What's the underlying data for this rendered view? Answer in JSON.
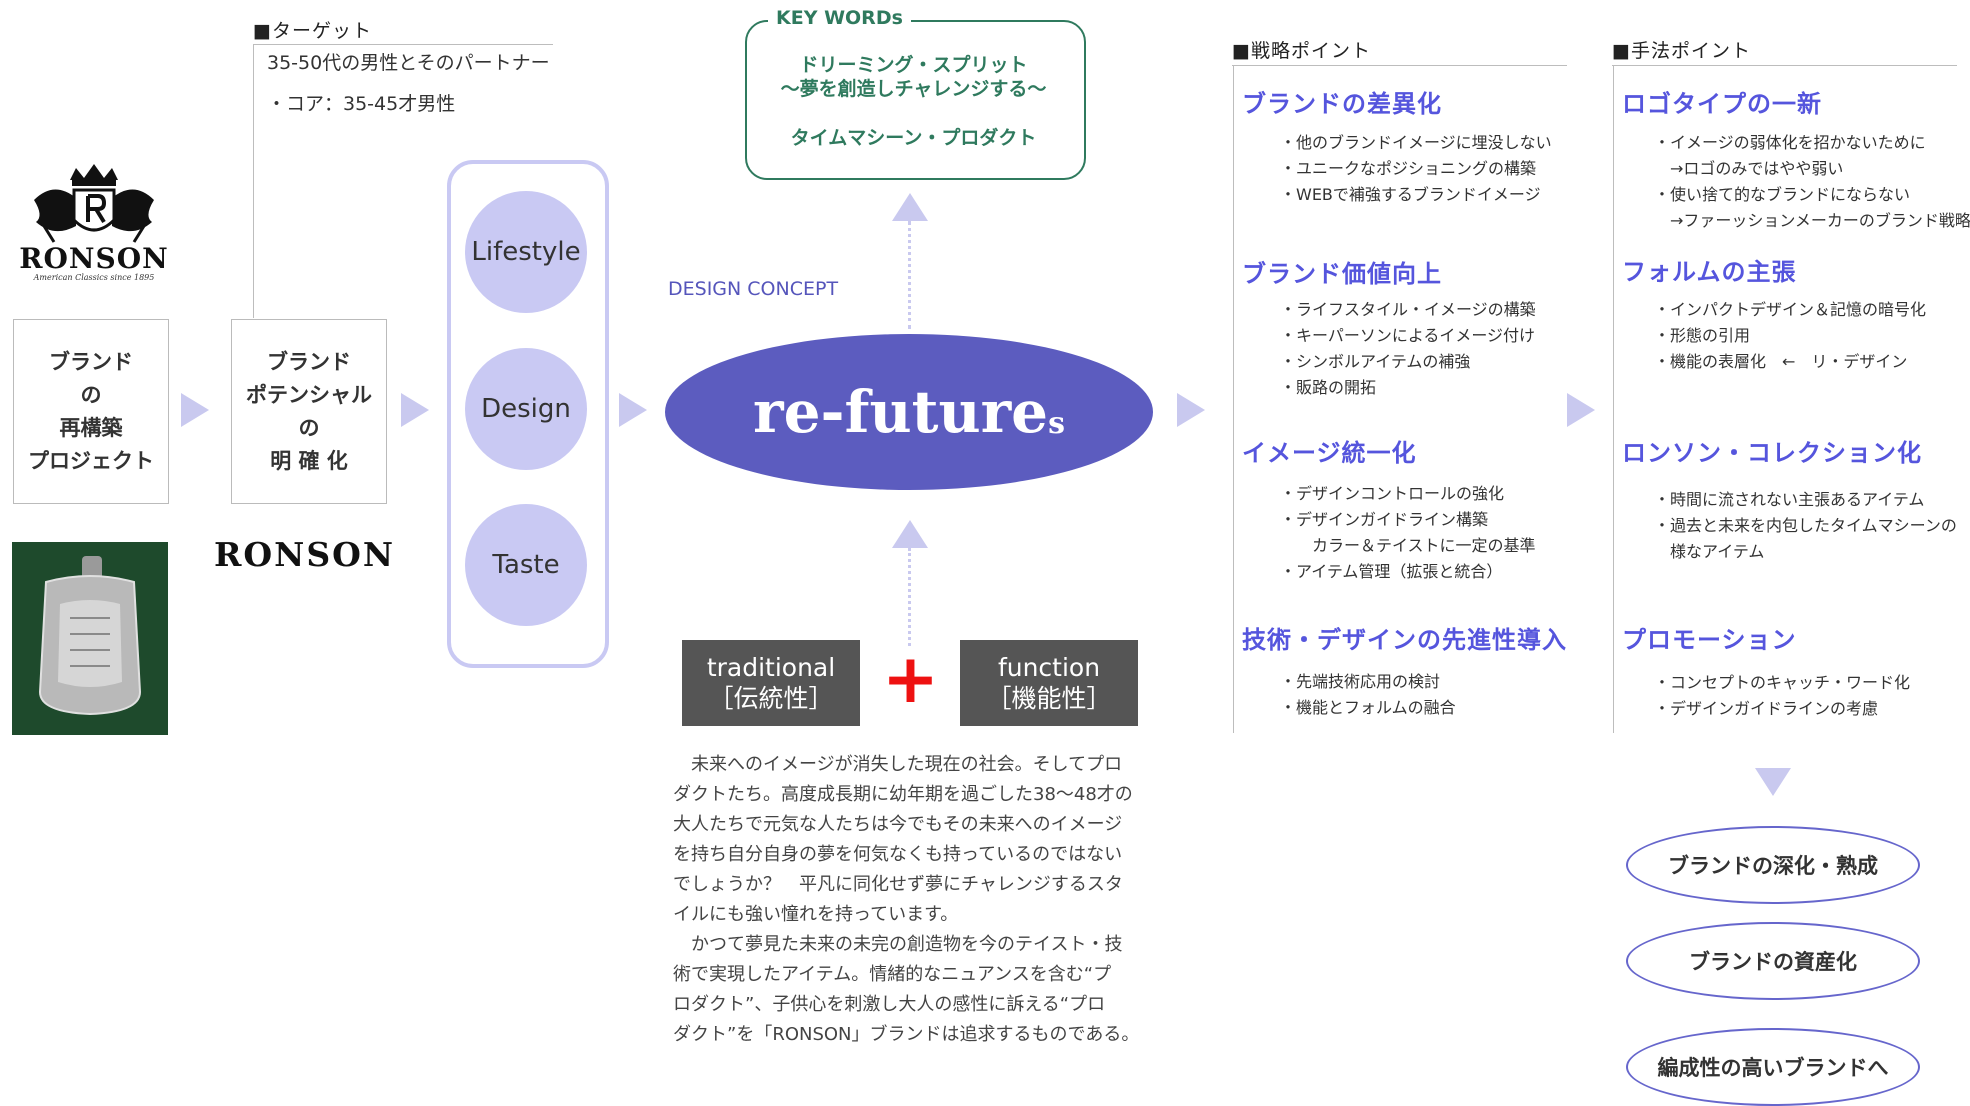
{
  "target": {
    "heading": "■ターゲット",
    "line1": "35-50代の男性とそのパートナー",
    "line2": "・コア：35-45才男性"
  },
  "logo": {
    "top_text": "RONSON",
    "top_tagline": "American Classics since 1895",
    "mid_text": "RONSON"
  },
  "steps": {
    "step1": [
      "ブランド",
      "の",
      "再構築",
      "プロジェクト"
    ],
    "step2": [
      "ブランド",
      "ポテンシャル",
      "の",
      "明 確 化"
    ]
  },
  "pillars": [
    "Lifestyle",
    "Design",
    "Taste"
  ],
  "keywords": {
    "label": "KEY WORDs",
    "line1": "ドリーミング・スプリット",
    "line2": "〜夢を創造しチャレンジする〜",
    "line3": "タイムマシーン・プロダクト"
  },
  "concept": {
    "label": "DESIGN CONCEPT",
    "main": "re-future",
    "suffix": "s"
  },
  "combine": {
    "left": [
      "traditional",
      "［伝統性］"
    ],
    "plus": "+",
    "right": [
      "function",
      "［機能性］"
    ]
  },
  "body_text": [
    "　未来へのイメージが消失した現在の社会。そしてプロ",
    "ダクトたち。高度成長期に幼年期を過ごした38〜48才の",
    "大人たちで元気な人たちは今でもその未来へのイメージ",
    "を持ち自分自身の夢を何気なくも持っているのではない",
    "でしょうか？　平凡に同化せず夢にチャレンジするスタ",
    "イルにも強い憧れを持っています。",
    "　かつて夢見た未来の未完の創造物を今のテイスト・技",
    "術で実現したアイテム。情緒的なニュアンスを含む“プ",
    "ロダクト”、子供心を刺激し大人の感性に訴える“プロ",
    "ダクト”を「RONSON」ブランドは追求するものである。"
  ],
  "strategy": {
    "heading": "■戦略ポイント",
    "sections": [
      {
        "title": "ブランドの差異化",
        "items": [
          "・他のブランドイメージに埋没しない",
          "・ユニークなポジショニングの構築",
          "・WEBで補強するブランドイメージ"
        ]
      },
      {
        "title": "ブランド価値向上",
        "items": [
          "・ライフスタイル・イメージの構築",
          "・キーパーソンによるイメージ付け",
          "・シンボルアイテムの補強",
          "・販路の開拓"
        ]
      },
      {
        "title": "イメージ統一化",
        "items": [
          "・デザインコントロールの強化",
          "・デザインガイドライン構築",
          "　　カラー＆テイストに一定の基準",
          "・アイテム管理（拡張と統合）"
        ]
      },
      {
        "title": "技術・デザインの先進性導入",
        "items": [
          "・先端技術応用の検討",
          "・機能とフォルムの融合"
        ]
      }
    ]
  },
  "method": {
    "heading": "■手法ポイント",
    "sections": [
      {
        "title": "ロゴタイプの一新",
        "items": [
          "・イメージの弱体化を招かないために",
          "　→ロゴのみではやや弱い",
          "・使い捨て的なブランドにならない",
          "　→ファーッションメーカーのブランド戦略"
        ]
      },
      {
        "title": "フォルムの主張",
        "items": [
          "・インパクトデザイン＆記憶の暗号化",
          "・形態の引用",
          "・機能の表層化　←　リ・デザイン"
        ]
      },
      {
        "title": "ロンソン・コレクション化",
        "items": [
          "・時間に流されない主張あるアイテム",
          "・過去と未来を内包したタイムマシーンの",
          "　様なアイテム"
        ]
      },
      {
        "title": "プロモーション",
        "items": [
          "・コンセプトのキャッチ・ワード化",
          "・デザインガイドラインの考慮"
        ]
      }
    ]
  },
  "results": [
    "ブランドの深化・熟成",
    "ブランドの資産化",
    "編成性の高いブランドへ"
  ],
  "colors": {
    "concept_ellipse": "#5c5cbf",
    "pillar_circle": "#c9c9f3",
    "arrow": "#c9c9ef",
    "accent_title": "#5555dd",
    "keyword_text": "#2f7a5e",
    "plus": "#ee1111",
    "dark_box": "#555555",
    "product_bg": "#1e4a2c"
  }
}
